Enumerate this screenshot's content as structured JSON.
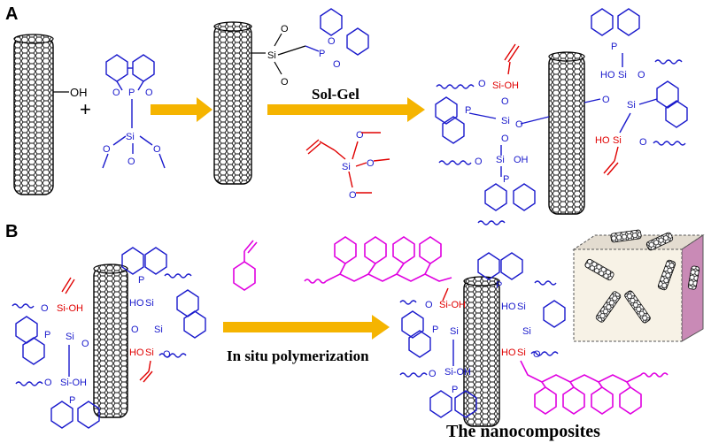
{
  "panels": {
    "a_label": "A",
    "b_label": "B"
  },
  "reactions": {
    "plus_sign": "+",
    "solgel_label": "Sol-Gel",
    "polymerization_label": "In situ polymerization",
    "product_label": "The nanocomposites"
  },
  "chem_labels": {
    "oh": "OH",
    "o": "O",
    "si": "Si",
    "p": "P",
    "si_oh": "Si-OH",
    "ho": "HO"
  },
  "colors": {
    "arrow": "#f5b400",
    "blue": "#1a1acc",
    "red": "#e00000",
    "magenta": "#e000e0",
    "cube_front": "#f7f2e6",
    "cube_side": "#c98ab6"
  }
}
